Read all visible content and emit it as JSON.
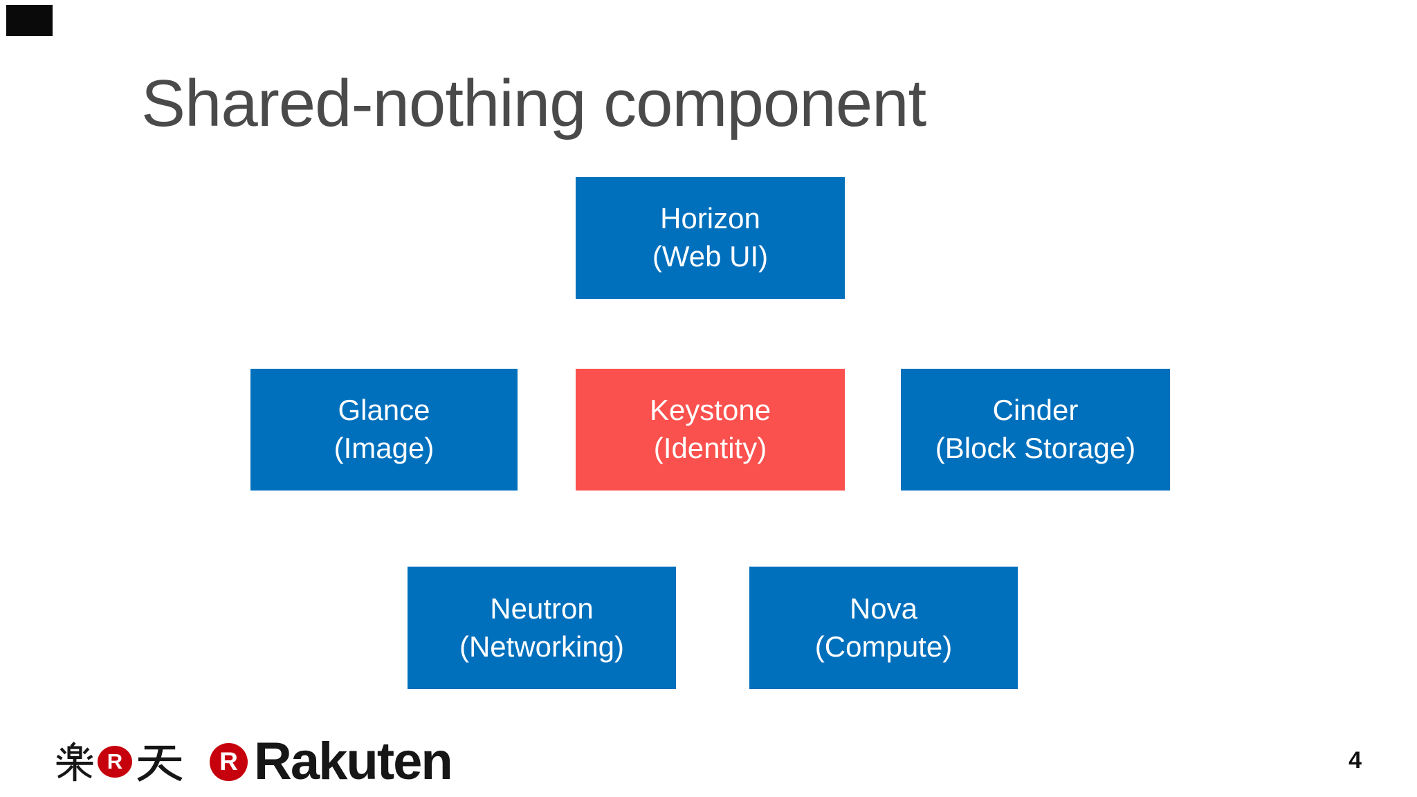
{
  "slide": {
    "title": "Shared-nothing component",
    "page_number": "4"
  },
  "colors": {
    "background": "#FFFFFF",
    "title_text": "#4A4A4A",
    "box_blue": "#0070BD",
    "box_red": "#FB514E",
    "box_text": "#FFFFFF",
    "rakuten_red": "#C7000D",
    "logo_text": "#161616",
    "page_number_text": "#111111",
    "corner_artifact": "#0A0A0A"
  },
  "diagram": {
    "boxes": [
      {
        "name": "Horizon",
        "role": "(Web UI)",
        "color": "blue"
      },
      {
        "name": "Glance",
        "role": "(Image)",
        "color": "blue"
      },
      {
        "name": "Keystone",
        "role": "(Identity)",
        "color": "red"
      },
      {
        "name": "Cinder",
        "role": "(Block Storage)",
        "color": "blue"
      },
      {
        "name": "Neutron",
        "role": "(Networking)",
        "color": "blue"
      },
      {
        "name": "Nova",
        "role": "(Compute)",
        "color": "blue"
      }
    ]
  },
  "footer": {
    "rakuten_kanji_logo": {
      "left_char": "楽",
      "r_mark": "R",
      "right_char": "天"
    },
    "rakuten_wordmark_logo": {
      "r_mark": "R",
      "wordmark": "Rakuten"
    }
  }
}
